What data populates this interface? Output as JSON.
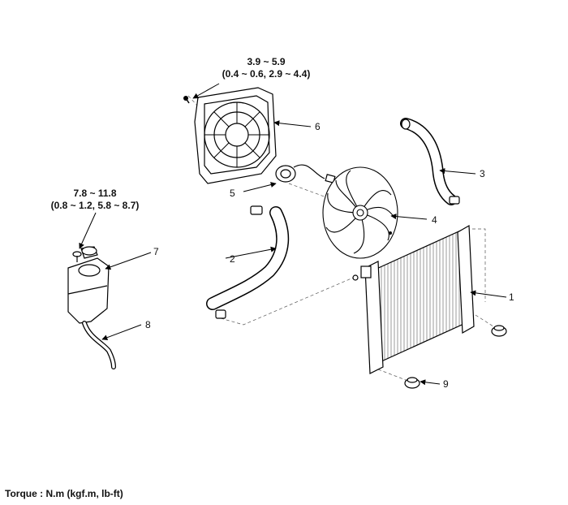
{
  "torque_specs": {
    "fan_shroud": {
      "value": "3.9 ~ 5.9",
      "alt": "(0.4 ~ 0.6, 2.9 ~ 4.4)"
    },
    "reservoir": {
      "value": "7.8 ~ 11.8",
      "alt": "(0.8 ~ 1.2, 5.8 ~ 8.7)"
    }
  },
  "callouts": [
    "1",
    "2",
    "3",
    "4",
    "5",
    "6",
    "7",
    "8",
    "9"
  ],
  "footnote": "Torque : N.m (kgf.m, lb-ft)"
}
